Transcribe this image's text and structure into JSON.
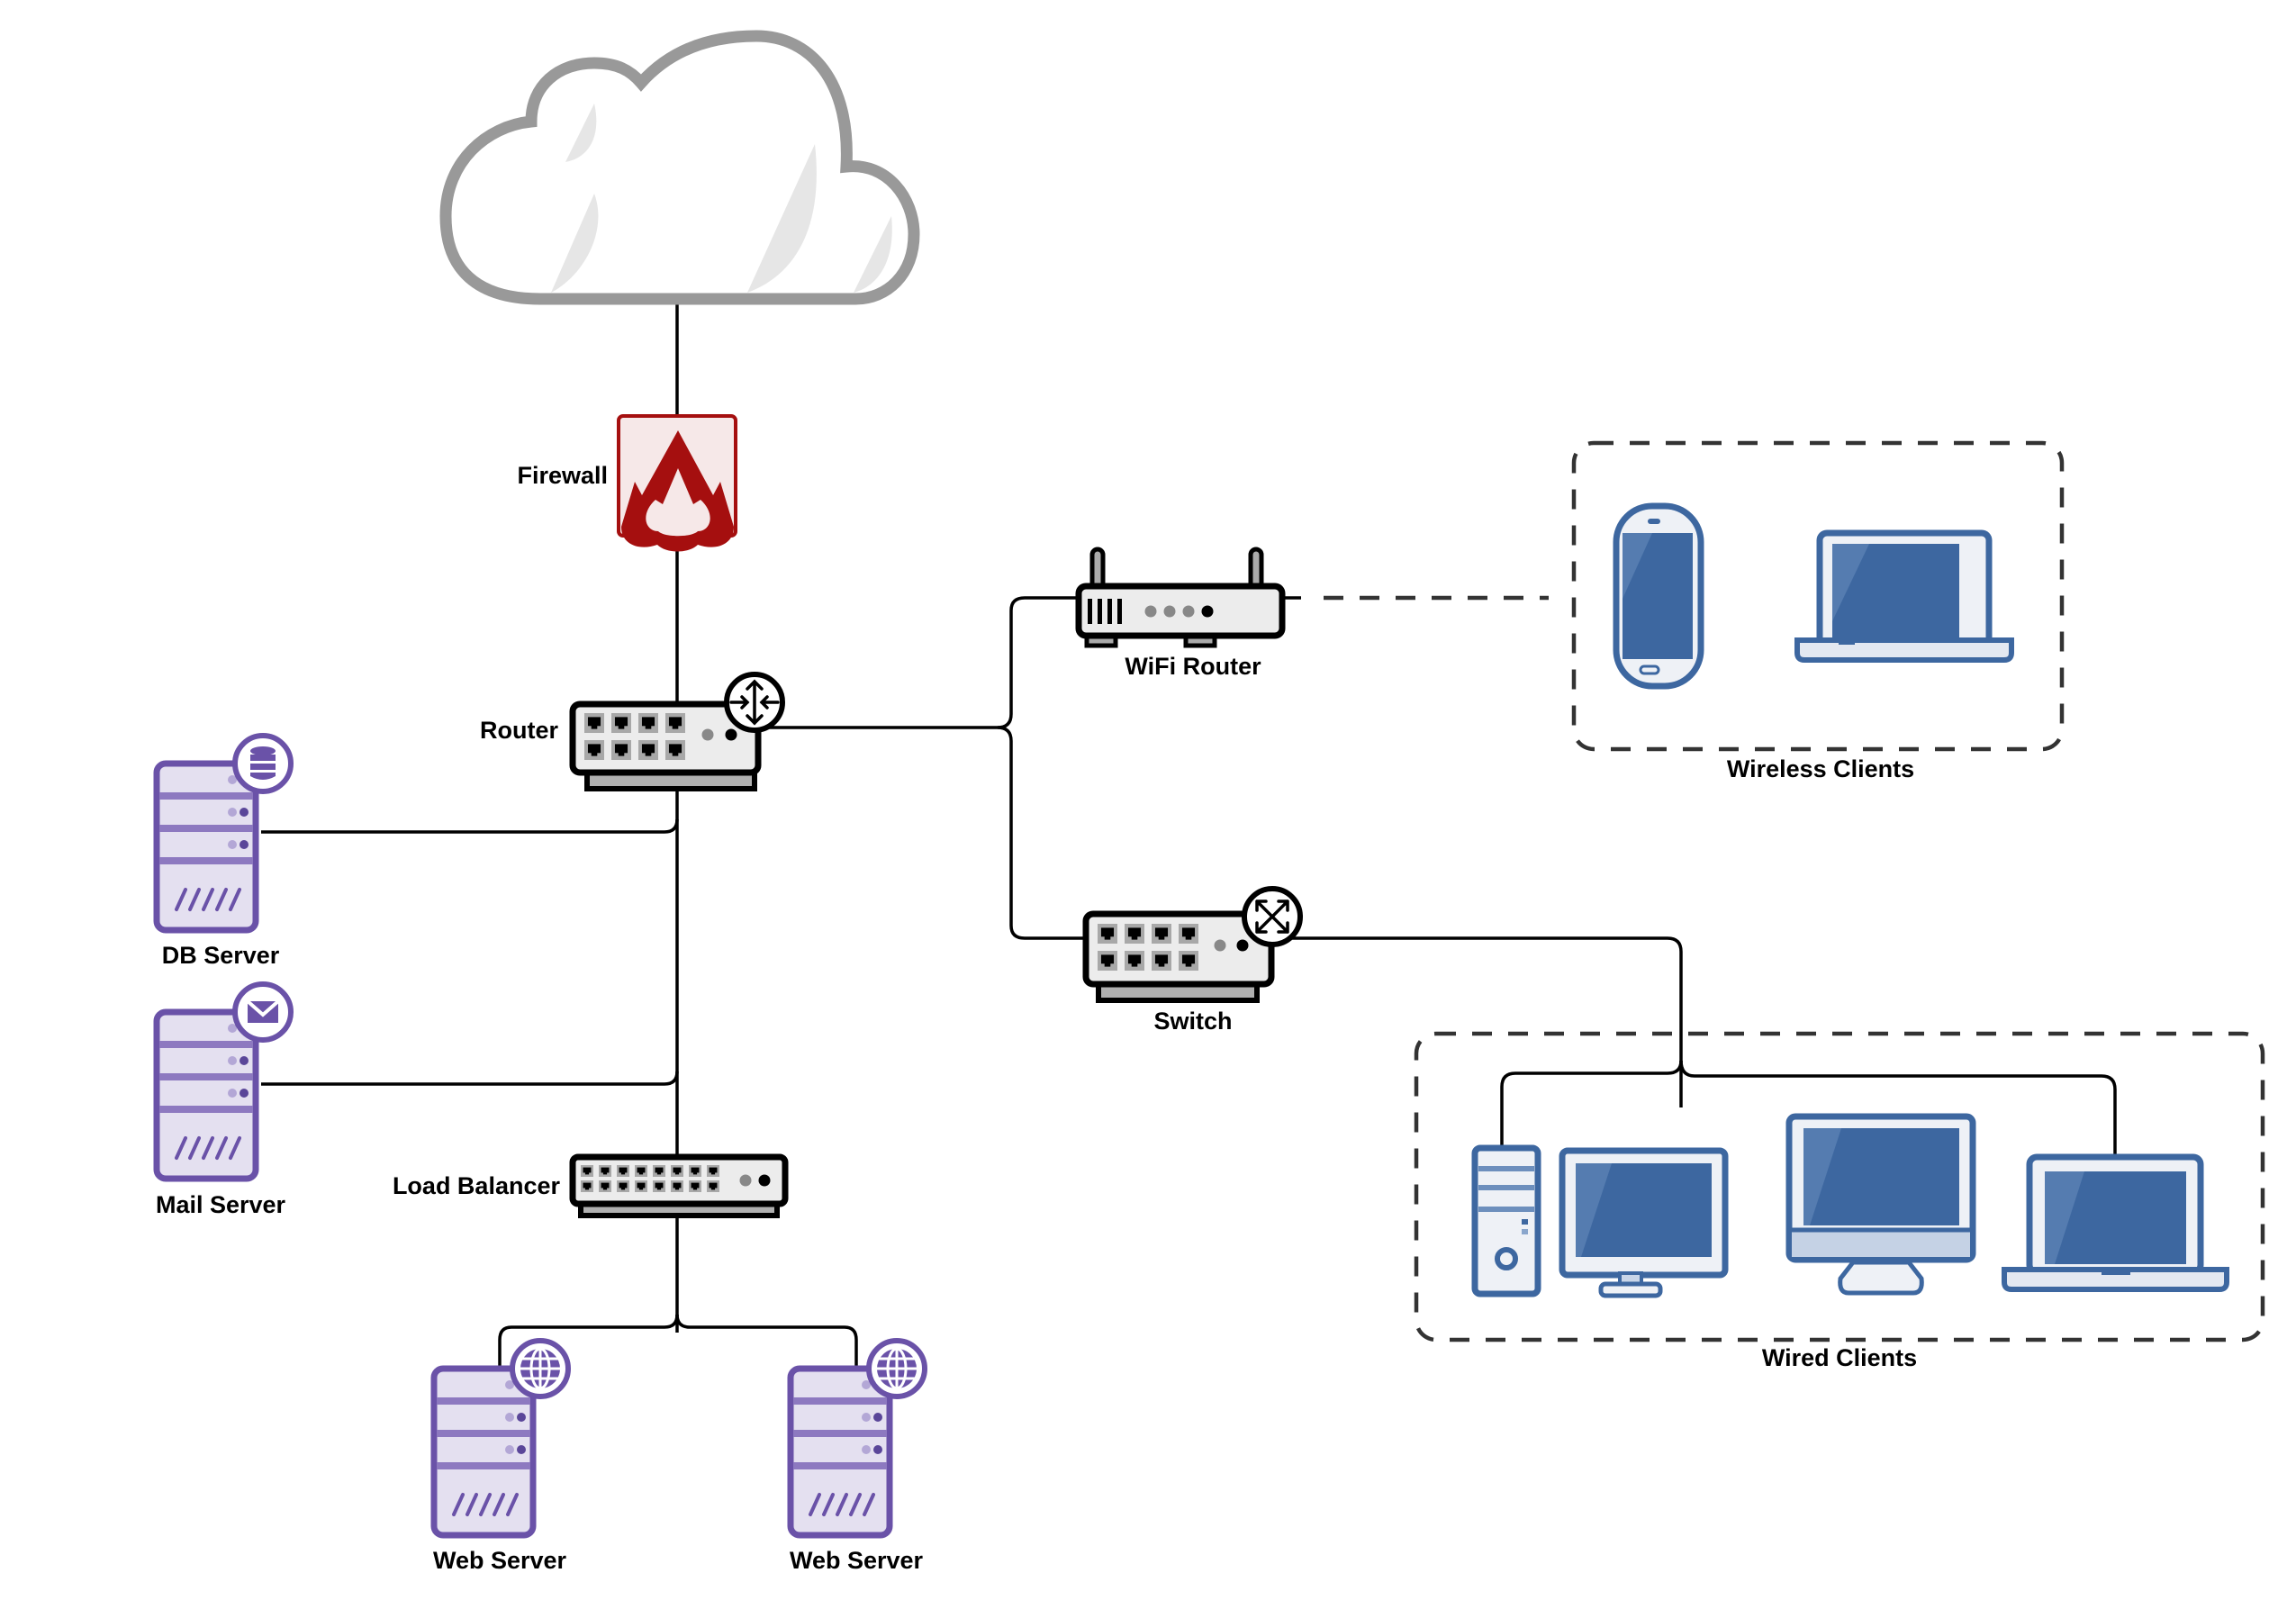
{
  "diagram": {
    "type": "network-topology",
    "nodes": {
      "internet": {
        "label": "",
        "icon": "cloud-icon"
      },
      "firewall": {
        "label": "Firewall",
        "icon": "firewall-flame-icon"
      },
      "router": {
        "label": "Router",
        "icon": "router-icon"
      },
      "db_server": {
        "label": "DB Server",
        "icon": "database-icon"
      },
      "mail_server": {
        "label": "Mail Server",
        "icon": "envelope-icon"
      },
      "load_balancer": {
        "label": "Load Balancer",
        "icon": "load-balancer-icon"
      },
      "web_server_1": {
        "label": "Web Server",
        "icon": "globe-icon"
      },
      "web_server_2": {
        "label": "Web Server",
        "icon": "globe-icon"
      },
      "wifi_router": {
        "label": "WiFi Router",
        "icon": "wifi-router-icon"
      },
      "switch": {
        "label": "Switch",
        "icon": "switch-icon"
      }
    },
    "groups": {
      "wireless": {
        "label": "Wireless Clients",
        "members": [
          "smartphone",
          "laptop"
        ]
      },
      "wired": {
        "label": "Wired Clients",
        "members": [
          "desktop-tower-with-monitor",
          "all-in-one-monitor",
          "laptop"
        ]
      }
    },
    "edges": [
      {
        "from": "internet",
        "to": "firewall",
        "style": "solid"
      },
      {
        "from": "firewall",
        "to": "router",
        "style": "solid"
      },
      {
        "from": "router",
        "to": "db_server",
        "style": "solid"
      },
      {
        "from": "router",
        "to": "mail_server",
        "style": "solid"
      },
      {
        "from": "router",
        "to": "load_balancer",
        "style": "solid"
      },
      {
        "from": "load_balancer",
        "to": "web_server_1",
        "style": "solid"
      },
      {
        "from": "load_balancer",
        "to": "web_server_2",
        "style": "solid"
      },
      {
        "from": "router",
        "to": "wifi_router",
        "style": "solid"
      },
      {
        "from": "router",
        "to": "switch",
        "style": "solid"
      },
      {
        "from": "wifi_router",
        "to": "wireless",
        "style": "dashed"
      },
      {
        "from": "switch",
        "to": "wired",
        "style": "solid"
      }
    ],
    "colors": {
      "server_purple": "#6a52a8",
      "client_blue": "#3d67a0",
      "firewall_red": "#a50f0f",
      "cloud_gray": "#999999"
    }
  }
}
